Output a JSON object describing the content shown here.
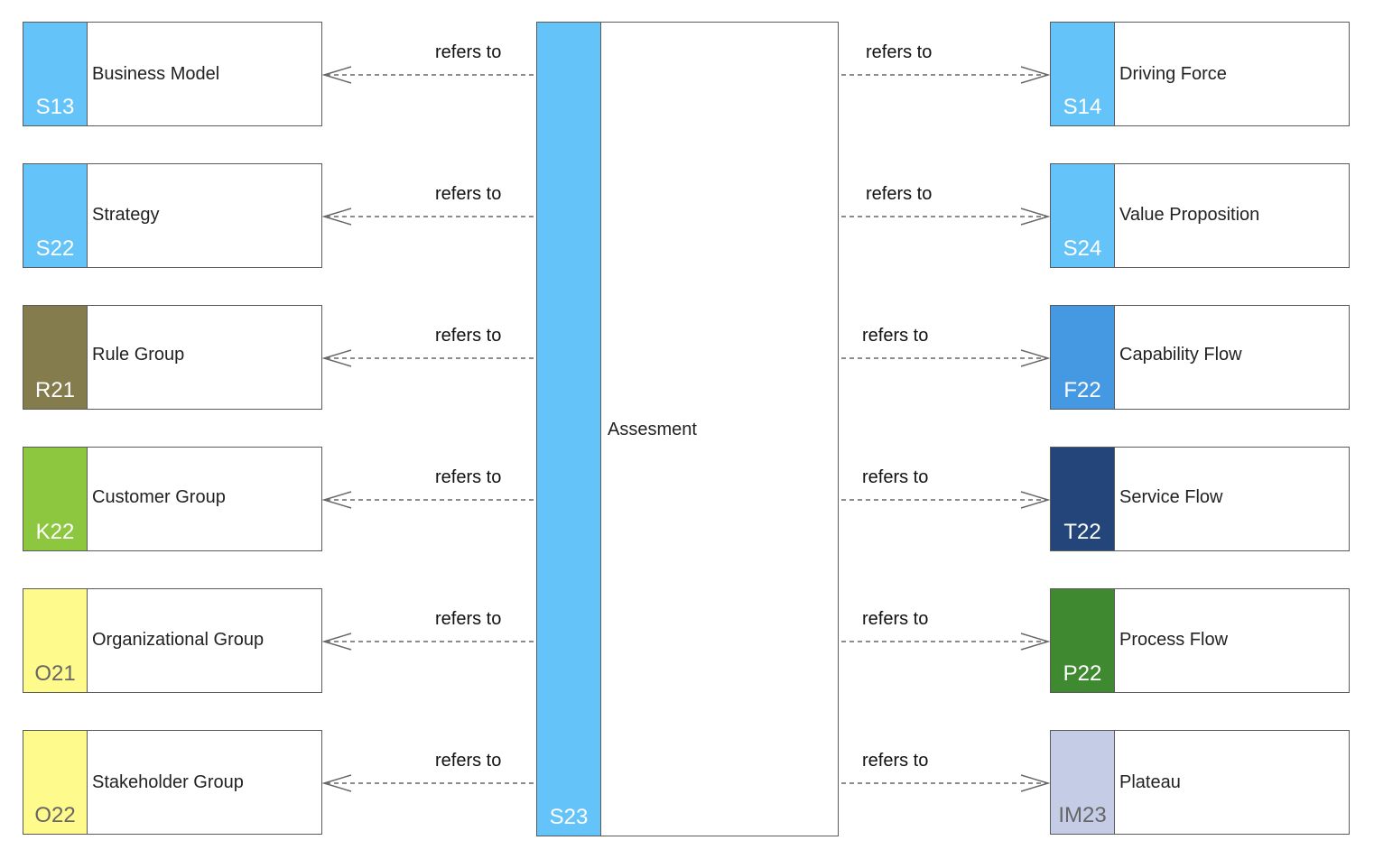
{
  "center": {
    "title": "Assesment",
    "code": "S23",
    "color": "#64c3f8"
  },
  "edge_label": "refers to",
  "left_nodes": [
    {
      "title": "Business Model",
      "code": "S13",
      "color": "#64c3f8",
      "code_color": "#ffffff"
    },
    {
      "title": "Strategy",
      "code": "S22",
      "color": "#64c3f8",
      "code_color": "#ffffff"
    },
    {
      "title": "Rule Group",
      "code": "R21",
      "color": "#857c4e",
      "code_color": "#ffffff"
    },
    {
      "title": "Customer Group",
      "code": "K22",
      "color": "#8dc63f",
      "code_color": "#ffffff"
    },
    {
      "title": "Organizational Group",
      "code": "O21",
      "color": "#fffa8c",
      "code_color": "#666666"
    },
    {
      "title": "Stakeholder Group",
      "code": "O22",
      "color": "#fffa8c",
      "code_color": "#666666"
    }
  ],
  "right_nodes": [
    {
      "title": "Driving Force",
      "code": "S14",
      "color": "#64c3f8",
      "code_color": "#ffffff"
    },
    {
      "title": "Value Proposition",
      "code": "S24",
      "color": "#64c3f8",
      "code_color": "#ffffff"
    },
    {
      "title": "Capability Flow",
      "code": "F22",
      "color": "#4599e3",
      "code_color": "#ffffff"
    },
    {
      "title": "Service Flow",
      "code": "T22",
      "color": "#24457a",
      "code_color": "#ffffff"
    },
    {
      "title": "Process Flow",
      "code": "P22",
      "color": "#3f8a30",
      "code_color": "#ffffff"
    },
    {
      "title": "Plateau",
      "code": "IM23",
      "color": "#c5cce6",
      "code_color": "#666666"
    }
  ]
}
